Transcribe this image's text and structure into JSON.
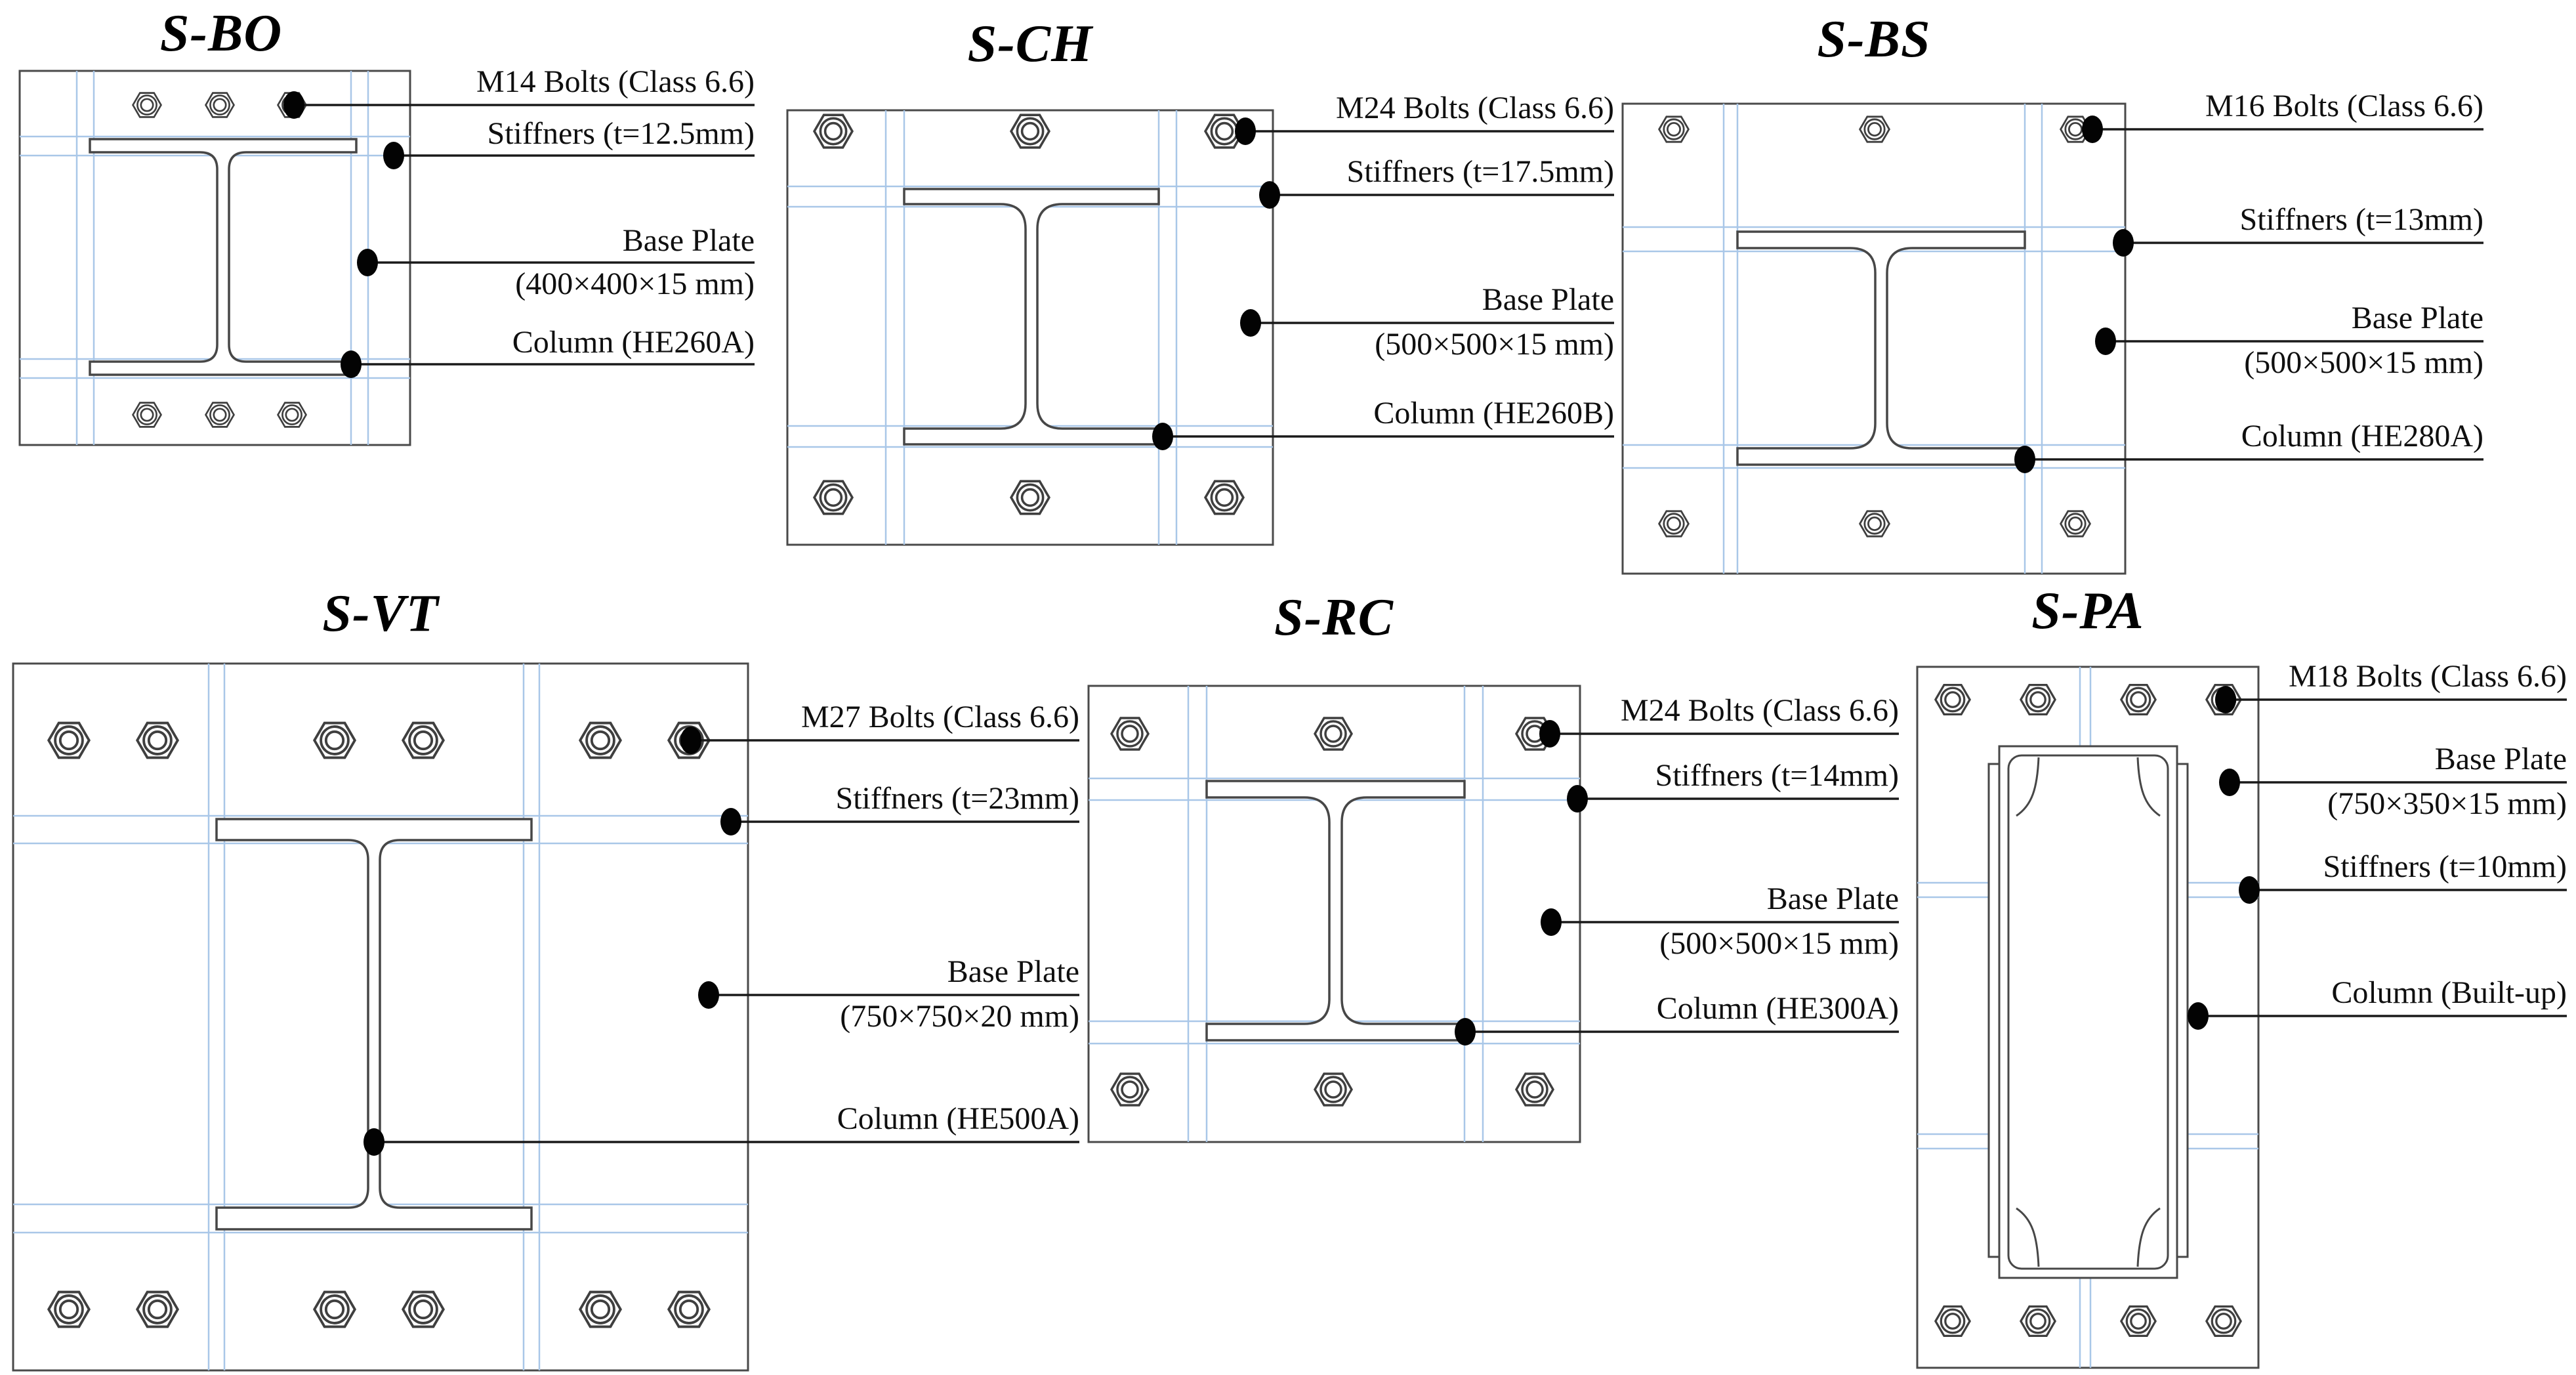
{
  "figure": {
    "type": "engineering-diagram",
    "description_visible": "Six steel column base connection details, plan views",
    "background": "#ffffff"
  },
  "colors": {
    "structure_line": "#474747",
    "plate_line": "#4a4a4a",
    "stiffener_line": "#a9c7e8",
    "leader_line": "#1a1a1a",
    "dot": "#000000",
    "text": "#0f0f0f"
  },
  "panels": [
    {
      "id": "S-BO",
      "title": "S-BO",
      "bolts_per_row": 3,
      "bolt_rows": 2,
      "annotations": {
        "bolts": "M14 Bolts (Class 6.6)",
        "stiffeners": "Stiffners (t=12.5mm)",
        "base_plate": "Base Plate",
        "base_plate_dims": "(400×400×15 mm)",
        "column": "Column (HE260A)"
      }
    },
    {
      "id": "S-CH",
      "title": "S-CH",
      "bolts_per_row": 3,
      "bolt_rows": 2,
      "annotations": {
        "bolts": "M24 Bolts (Class 6.6)",
        "stiffeners": "Stiffners (t=17.5mm)",
        "base_plate": "Base Plate",
        "base_plate_dims": "(500×500×15 mm)",
        "column": "Column (HE260B)"
      }
    },
    {
      "id": "S-BS",
      "title": "S-BS",
      "bolts_per_row": 3,
      "bolt_rows": 2,
      "annotations": {
        "bolts": "M16 Bolts (Class 6.6)",
        "stiffeners": "Stiffners (t=13mm)",
        "base_plate": "Base Plate",
        "base_plate_dims": "(500×500×15 mm)",
        "column": "Column (HE280A)"
      }
    },
    {
      "id": "S-VT",
      "title": "S-VT",
      "bolts_per_row": 6,
      "bolt_rows": 2,
      "annotations": {
        "bolts": "M27 Bolts (Class 6.6)",
        "stiffeners": "Stiffners (t=23mm)",
        "base_plate": "Base Plate",
        "base_plate_dims": "(750×750×20 mm)",
        "column": "Column (HE500A)"
      }
    },
    {
      "id": "S-RC",
      "title": "S-RC",
      "bolts_per_row": 3,
      "bolt_rows": 2,
      "annotations": {
        "bolts": "M24 Bolts (Class 6.6)",
        "stiffeners": "Stiffners (t=14mm)",
        "base_plate": "Base Plate",
        "base_plate_dims": "(500×500×15 mm)",
        "column": "Column (HE300A)"
      }
    },
    {
      "id": "S-PA",
      "title": "S-PA",
      "bolts_per_row": 4,
      "bolt_rows": 2,
      "annotations": {
        "bolts": "M18 Bolts (Class 6.6)",
        "base_plate": "Base Plate",
        "base_plate_dims": "(750×350×15 mm)",
        "stiffeners": "Stiffners (t=10mm)",
        "column": "Column (Built-up)"
      }
    }
  ]
}
